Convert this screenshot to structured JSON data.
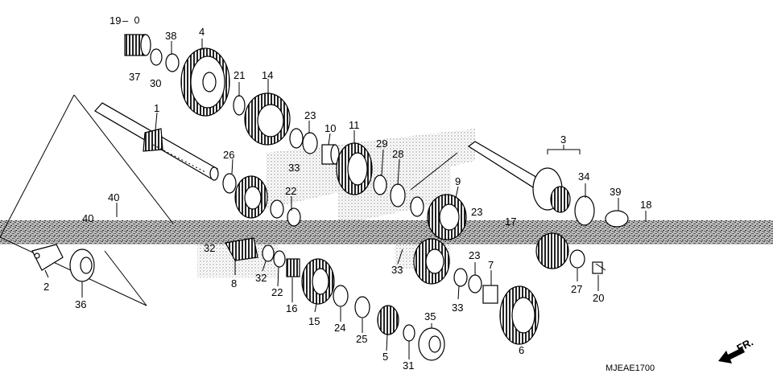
{
  "diagram_code": "MJEAE1700",
  "direction_label": "FR.",
  "callouts": {
    "p1": "1",
    "p2": "2",
    "p3": "3",
    "p4": "4",
    "p5": "5",
    "p6": "6",
    "p7": "7",
    "p8": "8",
    "p9": "9",
    "p10": "10",
    "p11": "11",
    "p14": "14",
    "p15": "15",
    "p16": "16",
    "p17": "17",
    "p18": "18",
    "p19": "19",
    "p20": "20",
    "p21": "21",
    "p22a": "22",
    "p22b": "22",
    "p23a": "23",
    "p23b": "23",
    "p23c": "23",
    "p24": "24",
    "p25": "25",
    "p26": "26",
    "p27": "27",
    "p28": "28",
    "p29": "29",
    "p30": "30",
    "p31": "31",
    "p32a": "32",
    "p32b": "32",
    "p33a": "33",
    "p33b": "33",
    "p33c": "33",
    "p34": "34",
    "p35": "35",
    "p36": "36",
    "p37": "37",
    "p38": "38",
    "p39": "39",
    "p40a": "40",
    "p40b": "40"
  }
}
